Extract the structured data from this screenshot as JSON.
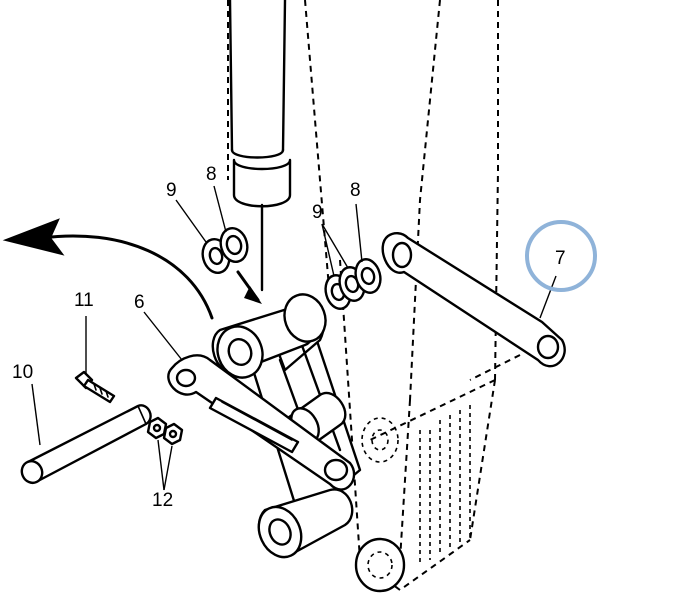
{
  "callouts": {
    "c6": "6",
    "c7": "7",
    "c8a": "8",
    "c8b": "8",
    "c9a": "9",
    "c9b": "9",
    "c10": "10",
    "c11": "11",
    "c12": "12"
  },
  "colors": {
    "line": "#000000",
    "highlight_ring": "#8fb3d9",
    "background": "#ffffff"
  },
  "highlighted_callout": "7"
}
